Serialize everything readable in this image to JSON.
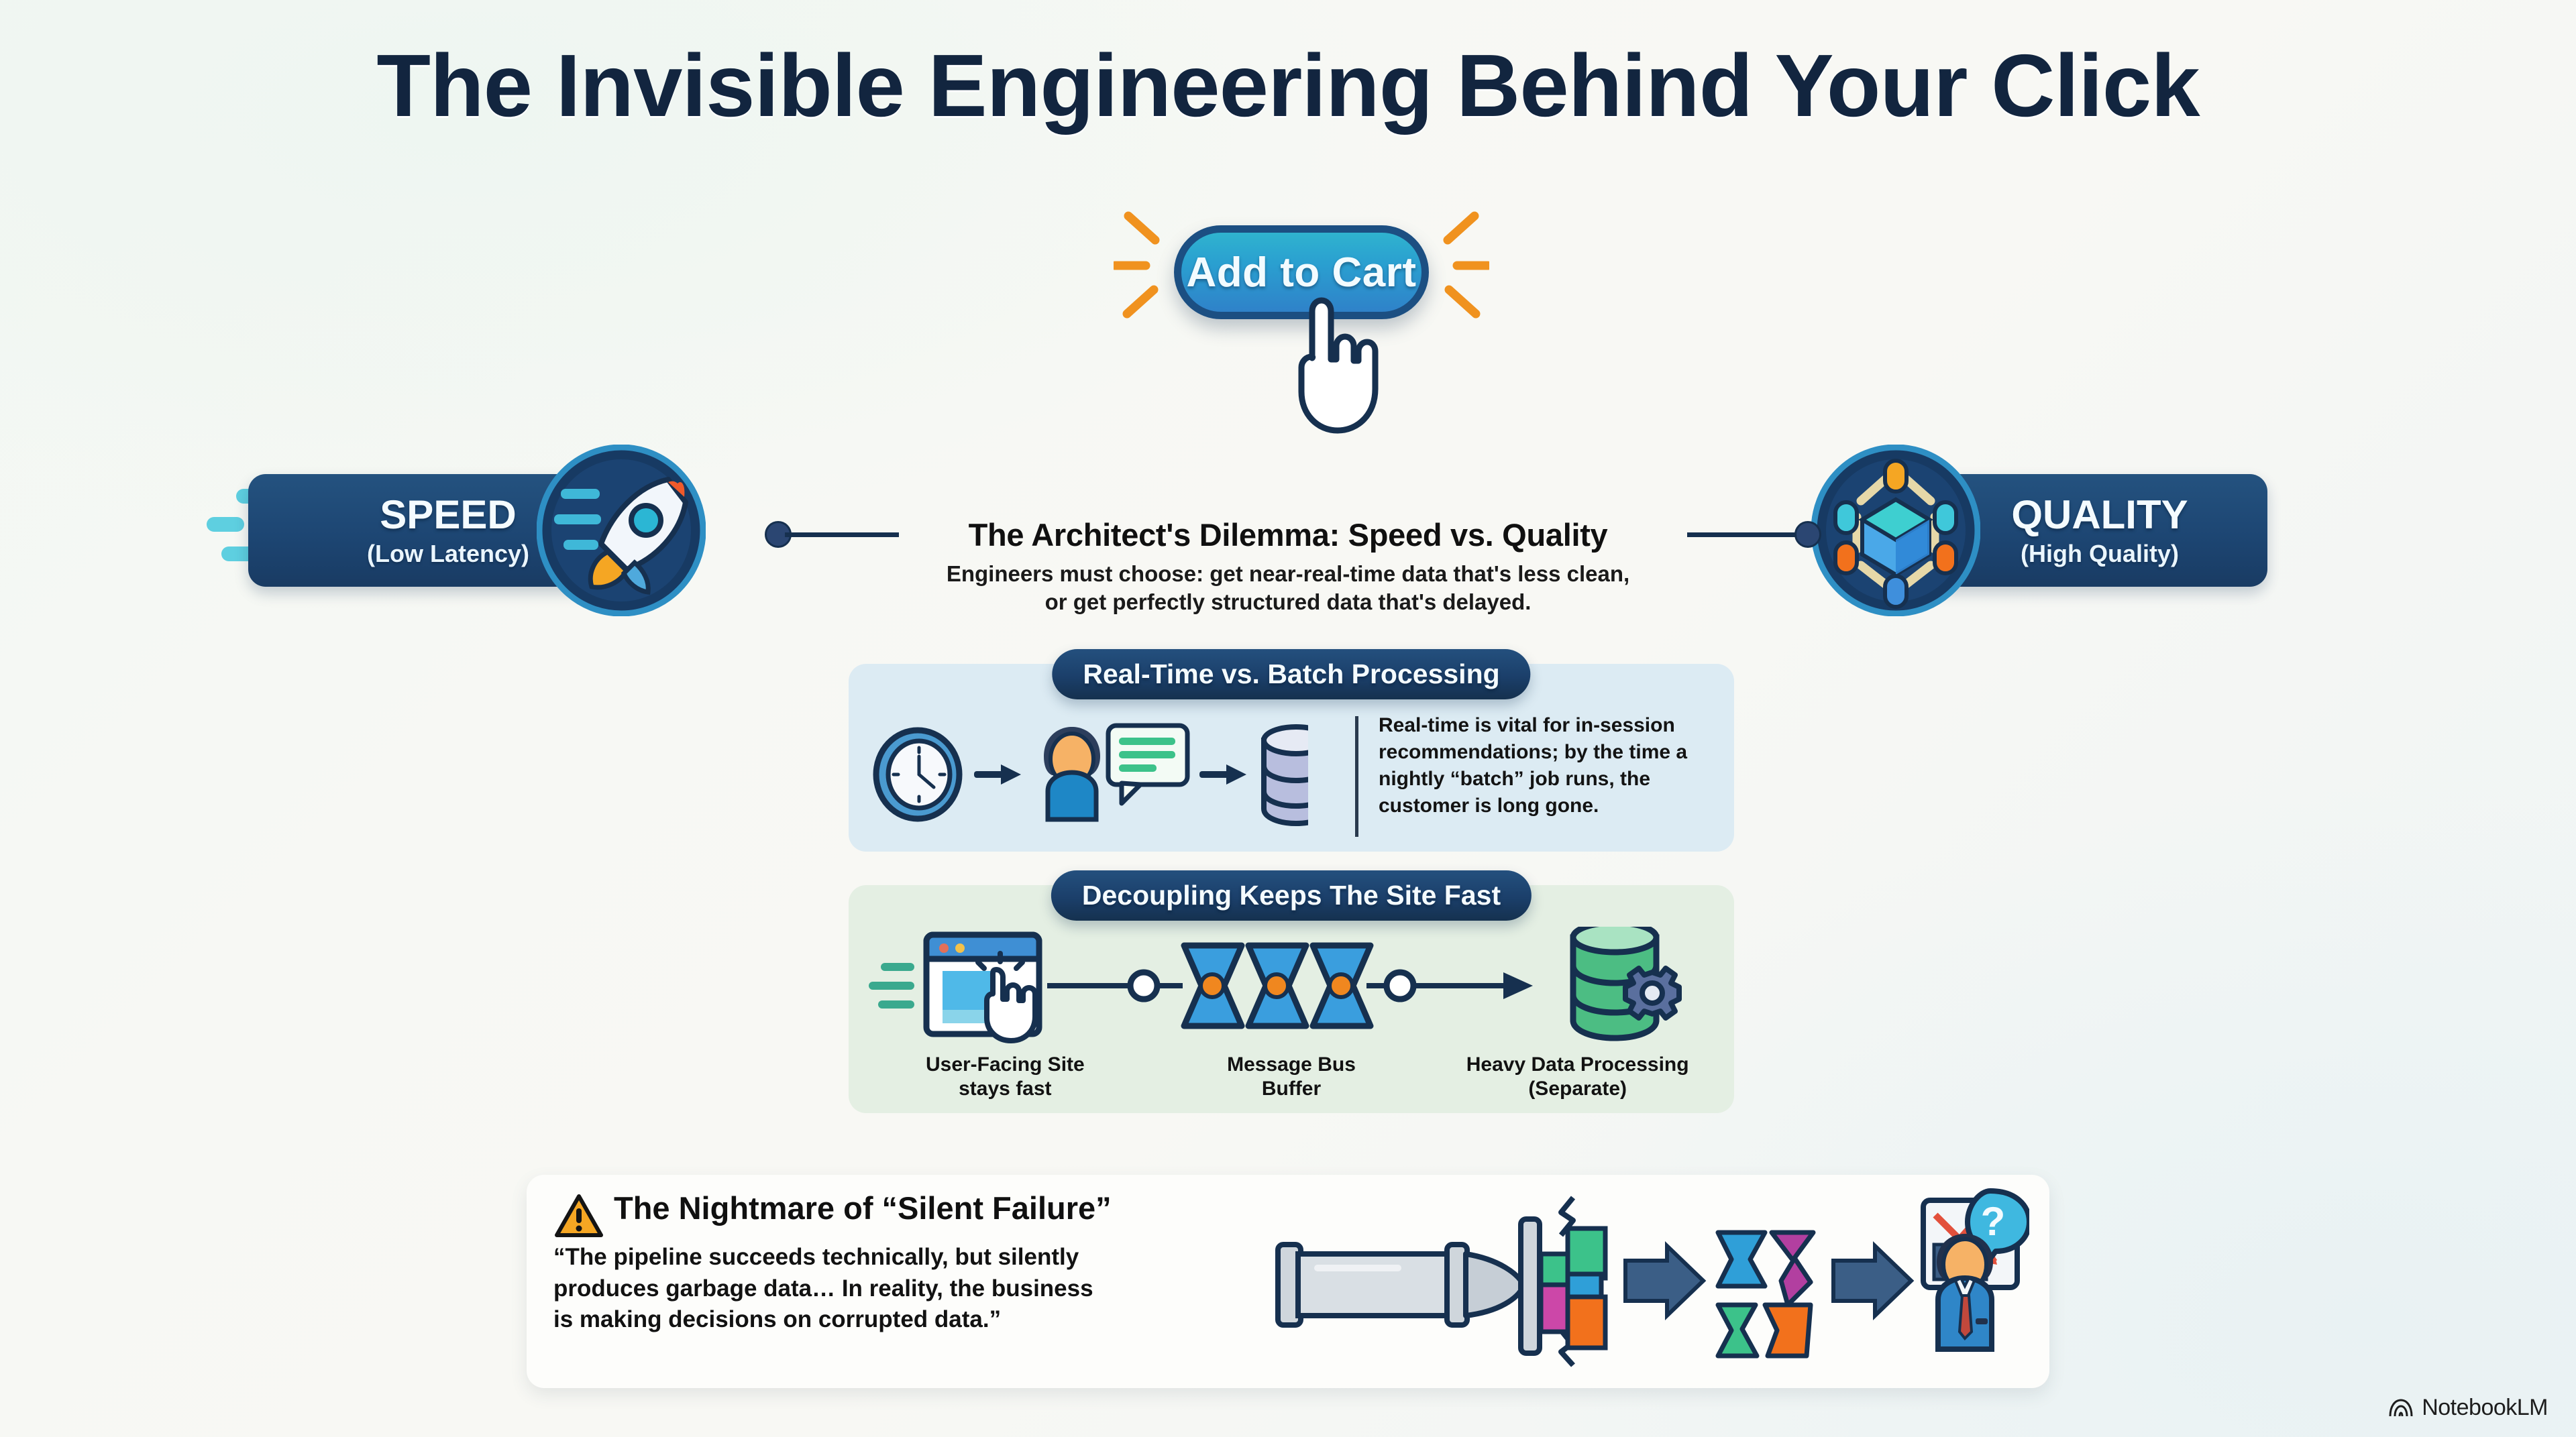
{
  "page": {
    "title": "The Invisible Engineering Behind Your Click",
    "background_color": "#f5f8f4",
    "accent_navy": "#16304f",
    "accent_blue": "#2f82c9",
    "accent_orange": "#f08a23"
  },
  "cta": {
    "label": "Add to Cart",
    "icon": "hand-pointer-icon",
    "sparkle_icon": "sparkle-rays-icon",
    "button_color": "#2a9fd0",
    "border_color": "#1c4f82"
  },
  "badges": [
    {
      "id": "speed",
      "title": "SPEED",
      "subtitle": "(Low Latency)",
      "icon": "rocket-icon",
      "side": "left",
      "color": "#1d4673"
    },
    {
      "id": "quality",
      "title": "QUALITY",
      "subtitle": "(High Quality)",
      "icon": "cube-network-icon",
      "side": "right",
      "color": "#1d4673"
    }
  ],
  "dilemma": {
    "heading": "The Architect's Dilemma: Speed vs. Quality",
    "line1": "Engineers must choose: get near-real-time data that's less clean,",
    "line2": "or get perfectly structured data that's delayed."
  },
  "panels": [
    {
      "id": "realtime-batch",
      "pill": "Real-Time vs. Batch Processing",
      "background_color": "#dcebf3",
      "icons": [
        "clock-icon",
        "arrow-right-icon",
        "user-chat-icon",
        "arrow-right-icon",
        "database-icon"
      ],
      "body": "Real-time is vital for in-session recommendations; by the time a nightly “batch” job runs, the customer is long gone."
    },
    {
      "id": "decoupling",
      "pill": "Decoupling Keeps The Site Fast",
      "background_color": "#e4efe3",
      "steps": [
        {
          "icon": "browser-click-icon",
          "label_line1": "User-Facing Site",
          "label_line2": "stays fast"
        },
        {
          "icon": "message-bus-icon",
          "label_line1": "Message Bus",
          "label_line2": "Buffer"
        },
        {
          "icon": "database-gear-icon",
          "label_line1": "Heavy Data Processing",
          "label_line2": "(Separate)"
        }
      ]
    }
  ],
  "silent_failure": {
    "icon": "warning-triangle-icon",
    "heading": "The Nightmare of “Silent Failure”",
    "quote_line1": "“The pipeline succeeds technically, but silently",
    "quote_line2": "produces garbage data… In reality, the business",
    "quote_line3": "is making decisions on corrupted data.”",
    "illustration": [
      "pipe-icon",
      "arrow-right-icon",
      "broken-data-blocks-icon",
      "arrow-right-icon",
      "confused-analyst-chart-icon"
    ]
  },
  "watermark": {
    "label": "NotebookLM",
    "icon": "notebooklm-logo-icon"
  }
}
